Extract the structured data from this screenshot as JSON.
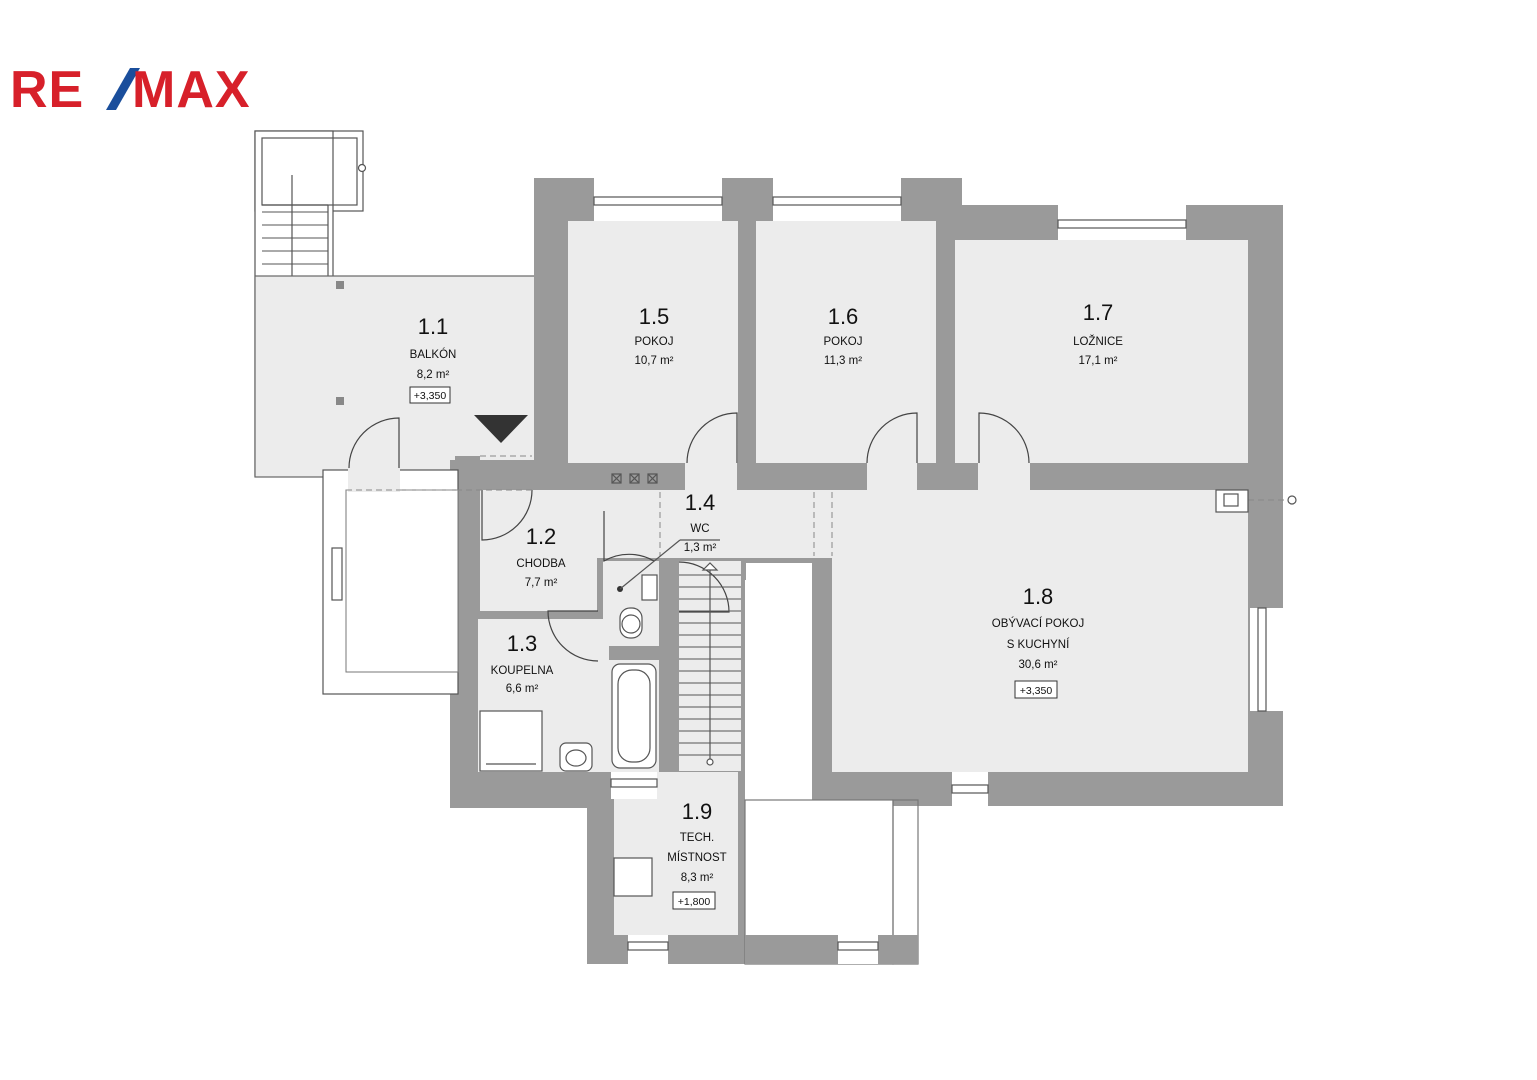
{
  "brand": {
    "logo_text": "RE/MAX",
    "logo_color": "#d7202a"
  },
  "colors": {
    "wall": "#9a9a9a",
    "room": "#ececec"
  },
  "rooms": [
    {
      "id": "1.1",
      "name": "BALKÓN",
      "area": "8,2 m²",
      "level": "+3,350"
    },
    {
      "id": "1.2",
      "name": "CHODBA",
      "area": "7,7 m²"
    },
    {
      "id": "1.3",
      "name": "KOUPELNA",
      "area": "6,6 m²"
    },
    {
      "id": "1.4",
      "name": "WC",
      "area": "1,3 m²"
    },
    {
      "id": "1.5",
      "name": "POKOJ",
      "area": "10,7 m²"
    },
    {
      "id": "1.6",
      "name": "POKOJ",
      "area": "11,3 m²"
    },
    {
      "id": "1.7",
      "name": "LOŽNICE",
      "area": "17,1 m²"
    },
    {
      "id": "1.8",
      "name_line1": "OBÝVACÍ POKOJ",
      "name_line2": "S KUCHYNÍ",
      "area": "30,6 m²",
      "level": "+3,350"
    },
    {
      "id": "1.9",
      "name_line1": "TECH.",
      "name_line2": "MÍSTNOST",
      "area": "8,3 m²",
      "level": "+1,800"
    }
  ]
}
